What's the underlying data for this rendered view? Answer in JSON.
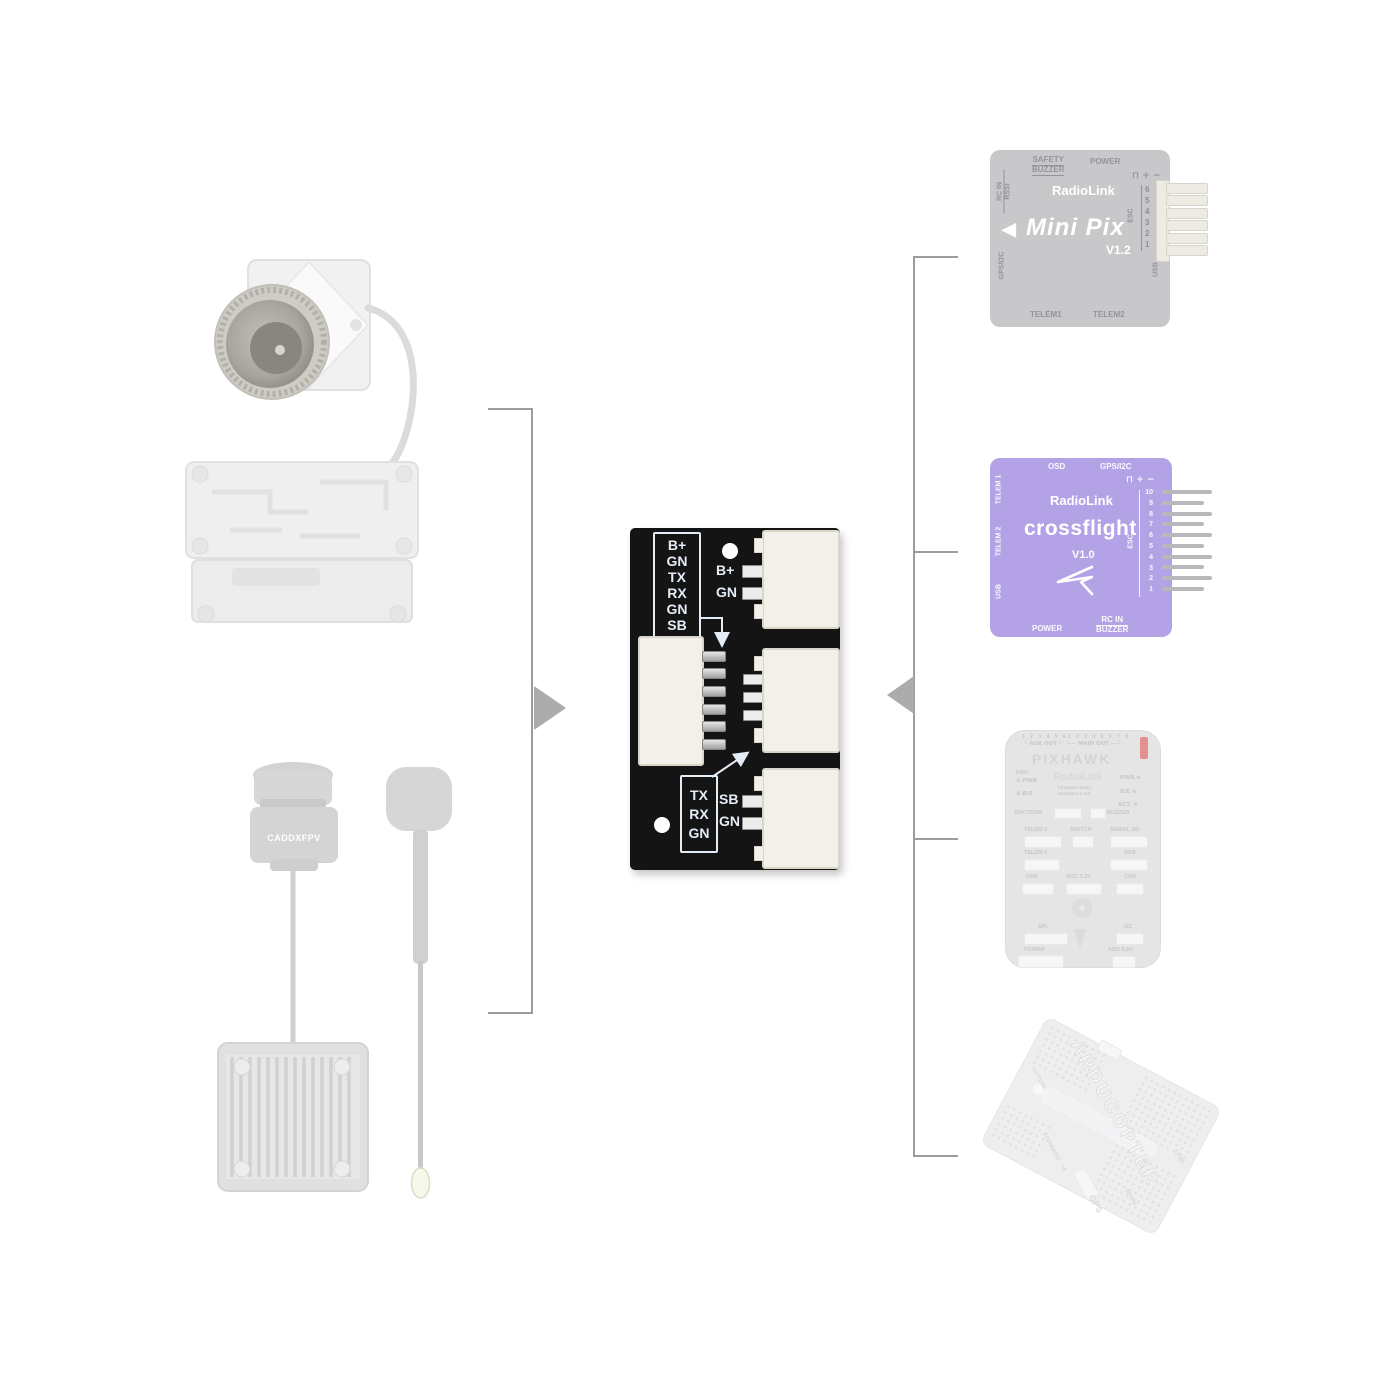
{
  "diagram": {
    "left_group": {
      "camera_brand": "CADDXFPV"
    },
    "center_board": {
      "top_pinout_box": [
        "B+",
        "GN",
        "TX",
        "RX",
        "GN",
        "SB"
      ],
      "top_pads": [
        "B+",
        "GN"
      ],
      "bottom_pinout_box": [
        "TX",
        "RX",
        "GN"
      ],
      "bottom_pads": [
        "SB",
        "GN"
      ]
    },
    "minipix": {
      "brand": "RadioLink",
      "pointer": "◀",
      "model": "Mini Pix",
      "version": "V1.2",
      "top_left_line1": "SAFETY",
      "top_left_line2": "BUZZER",
      "top_right": "POWER",
      "side_left_line1": "RC IN",
      "side_left_line2": "RSSI",
      "side_left_lower": "GPS/I2C",
      "pwr_symbols": "⊓ + −",
      "esc_label": "ESC",
      "esc_numbers": [
        "6",
        "5",
        "4",
        "3",
        "2",
        "1"
      ],
      "usb": "USB",
      "bottom_left": "TELEM1",
      "bottom_right": "TELEM2"
    },
    "crossflight": {
      "brand": "RadioLink",
      "model": "crossflight",
      "version": "V1.0",
      "top_left": "OSD",
      "top_right": "GPS/I2C",
      "side_left_1": "TELEM 1",
      "side_left_2": "TELEM 2",
      "side_left_3": "USB",
      "pwr_symbols": "⊓ + −",
      "esc_label": "ESC",
      "esc_numbers": [
        "10",
        "9",
        "8",
        "7",
        "6",
        "5",
        "4",
        "3",
        "2",
        "1"
      ],
      "bottom_left": "POWER",
      "bottom_right_line1": "RC IN",
      "bottom_right_line2": "BUZZER"
    },
    "pixhawk": {
      "model": "PIXHAWK",
      "brand": "RadioLink",
      "pin_numbers_left": "1 2 3 4 5 6",
      "pin_numbers_right": "1 2 3 4 5 6 7 8",
      "aux_out": "└ AUX OUT ┘",
      "main_out": "└── MAIN OUT ──┘",
      "fmu": "FMU",
      "pwr_left": "⊕ PWR",
      "be_left": "⊕ B/E",
      "pwr_right": "PWR ⊕",
      "be_right": "B/E ⊕",
      "act": "ACT. ⊕",
      "firmware": "Firmware Mod3",
      "hardware": "Hardware 2.4.8",
      "spkt": "SPKT/DSM",
      "buzzer": "BUZZER",
      "conn_row1": [
        "TELEM 2",
        "SWITCH",
        "SERIAL 4/5"
      ],
      "conn_row2": [
        "TELEM 1",
        "GPS"
      ],
      "conn_row3": [
        "USB",
        "ADC 3.3V",
        "CAN"
      ],
      "conn_row4": [
        "SPI",
        "I2C"
      ],
      "conn_row5": [
        "POWER",
        "ADC 6.6V"
      ]
    },
    "apm": {
      "model": "ARDUCOPTER",
      "outputs": "OUTPUTS",
      "inputs": "INPUTS",
      "usb": "USB",
      "gps": "GPS",
      "forward": "FORWARD",
      "forward_arrow": "→"
    },
    "colors": {
      "board_black": "#141414",
      "silkscreen": "#e4ecf6",
      "minipix_gray": "#c8c7c9",
      "crossflight_purple": "#b3a3e6",
      "ghost_gray": "#d9d9db",
      "bracket_gray": "#9c9c9c",
      "arrow_gray": "#ababab",
      "pixhawk_red": "#d25050"
    }
  }
}
